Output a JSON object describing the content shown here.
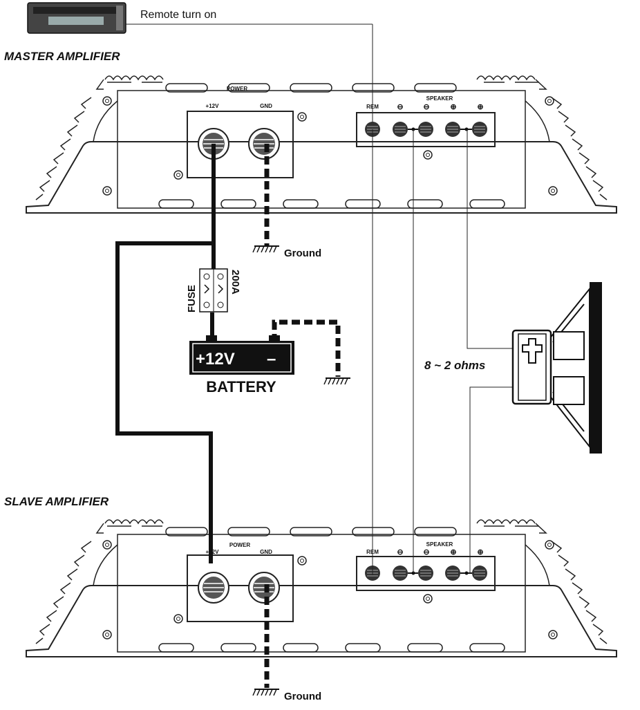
{
  "head_unit": {
    "label": "Remote turn on"
  },
  "master": {
    "title": "MASTER AMPLIFIER",
    "power_label": "POWER",
    "plus12v_label": "+12V",
    "gnd_label": "GND",
    "speaker_label": "SPEAKER",
    "rem_label": "REM",
    "minus_symbol": "⊖",
    "plus_symbol": "⊕"
  },
  "slave": {
    "title": "SLAVE AMPLIFIER",
    "power_label": "POWER",
    "plus12v_label": "+12V",
    "gnd_label": "GND",
    "speaker_label": "SPEAKER",
    "rem_label": "REM",
    "minus_symbol": "⊖",
    "plus_symbol": "⊕"
  },
  "ground_label": "Ground",
  "fuse": {
    "label": "FUSE",
    "rating": "200A"
  },
  "battery": {
    "plus_label": "+12V",
    "minus_label": "–",
    "label": "BATTERY"
  },
  "speaker": {
    "impedance": "8 ~ 2 ohms"
  }
}
